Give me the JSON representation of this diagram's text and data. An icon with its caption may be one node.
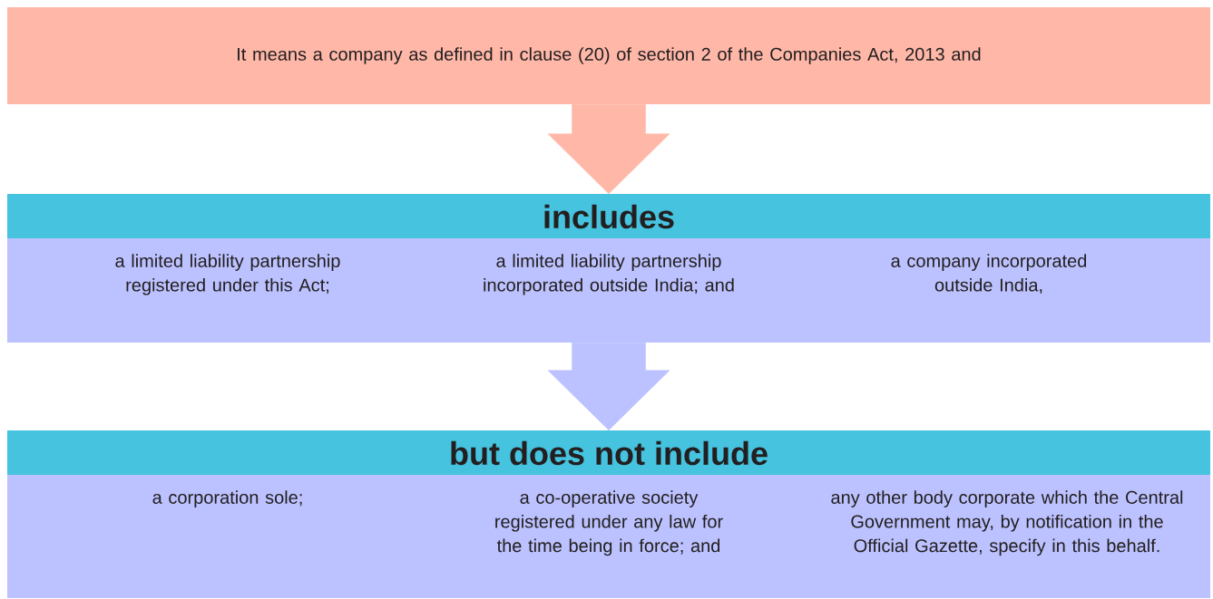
{
  "diagram": {
    "nodes": [
      {
        "text": [
          "It means a company as defined in clause (20) of section 2 of the Companies Act, 2013 and"
        ]
      },
      {
        "text": [
          "includes",
          "a limited liability partnership registered under this Act;",
          "a limited liability partnership incorporated outside India; and",
          "a company incorporated outside India,"
        ]
      },
      {
        "text": [
          "but does not include",
          "a corporation sole;",
          "a co-operative society registered under any law for the time being in force; and",
          "any other body corporate which the Central Government may, by notification in the Official Gazette, specify in this behalf."
        ]
      }
    ],
    "edges": [
      {
        "from": 0,
        "to": 1,
        "arrow": "to",
        "color": "#ffb8a8"
      },
      {
        "from": 1,
        "to": 2,
        "arrow": "to",
        "color": "#bcc2ff"
      }
    ]
  }
}
